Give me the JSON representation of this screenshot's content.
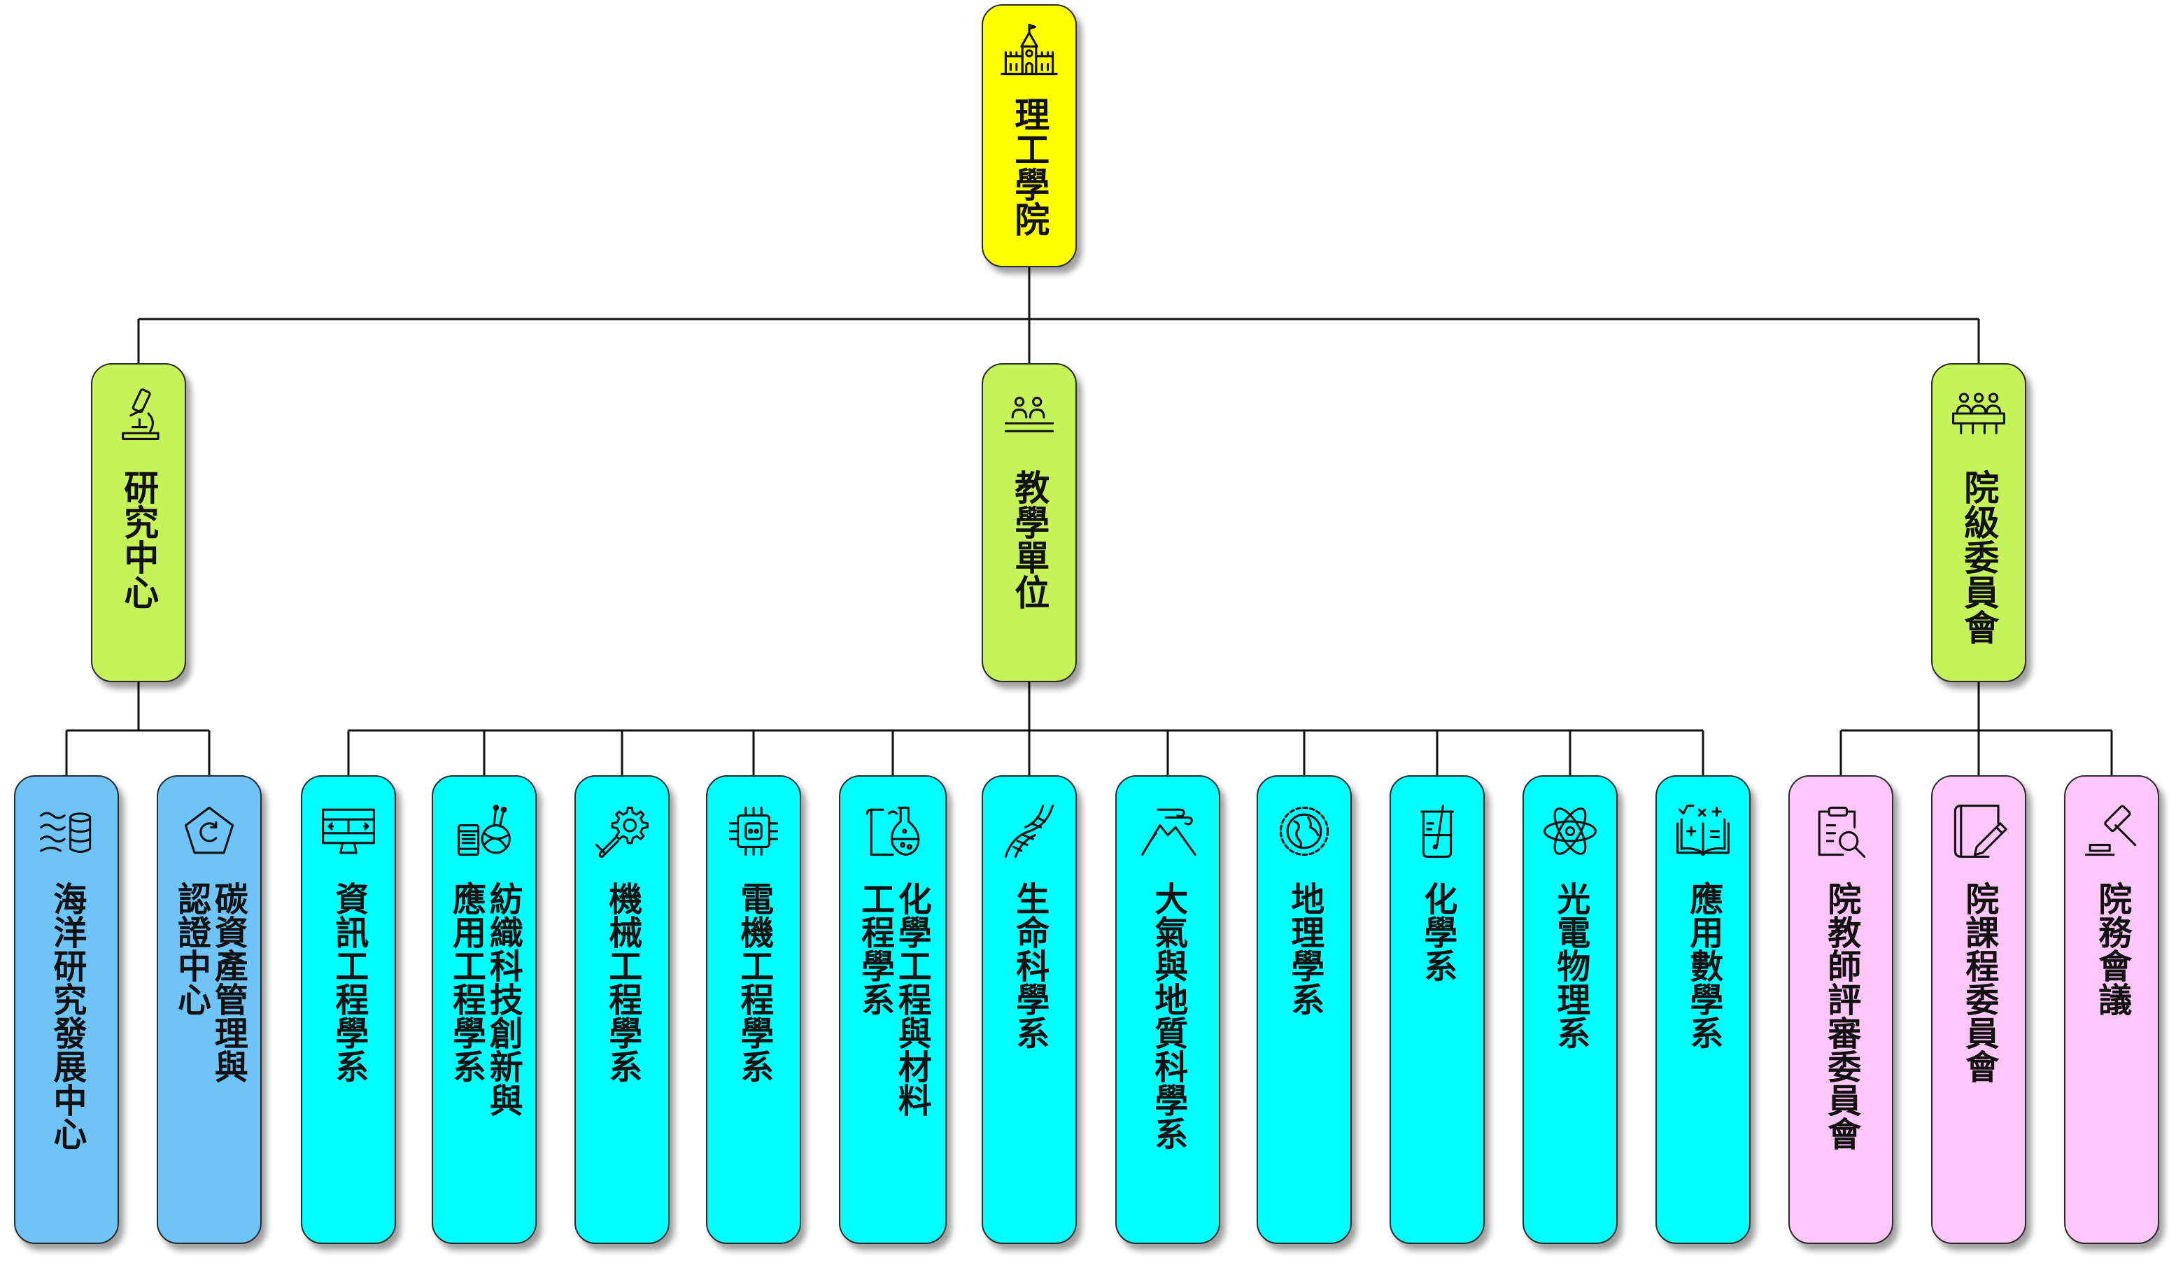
{
  "colors": {
    "root": "#ffff00",
    "level2": "#c6f35a",
    "research": "#6ec3f8",
    "teaching": "#00ffff",
    "committee": "#ffc6f9",
    "line": "#111111"
  },
  "root": {
    "label": "理工學院",
    "icon": "university-building-icon"
  },
  "branches": [
    {
      "key": "research",
      "label": "研究中心",
      "icon": "microscope-icon",
      "children": [
        {
          "label": "海洋研究發展中心",
          "icon": "ocean-waves-icon"
        },
        {
          "label": "碳資產管理與認證中心",
          "icon": "carbon-pentagon-icon"
        }
      ]
    },
    {
      "key": "teaching",
      "label": "教學單位",
      "icon": "audience-icon",
      "children": [
        {
          "label": "資訊工程學系",
          "icon": "computer-screen-icon"
        },
        {
          "label": "紡織科技創新與應用工程學系",
          "icon": "yarn-spool-icon"
        },
        {
          "label": "機械工程學系",
          "icon": "gear-wrench-icon"
        },
        {
          "label": "電機工程學系",
          "icon": "microchip-icon"
        },
        {
          "label": "化學工程與材料工程學系",
          "icon": "flask-icon"
        },
        {
          "label": "生命科學系",
          "icon": "dna-icon"
        },
        {
          "label": "大氣與地質科學系",
          "icon": "wind-mountain-icon"
        },
        {
          "label": "地理學系",
          "icon": "globe-icon"
        },
        {
          "label": "化學系",
          "icon": "beaker-icon"
        },
        {
          "label": "光電物理系",
          "icon": "atom-icon"
        },
        {
          "label": "應用數學系",
          "icon": "math-book-icon"
        }
      ]
    },
    {
      "key": "committee",
      "label": "院級委員會",
      "icon": "committee-table-icon",
      "children": [
        {
          "label": "院教師評審委員會",
          "icon": "clipboard-search-icon"
        },
        {
          "label": "院課程委員會",
          "icon": "notebook-pen-icon"
        },
        {
          "label": "院務會議",
          "icon": "gavel-icon"
        }
      ]
    }
  ]
}
